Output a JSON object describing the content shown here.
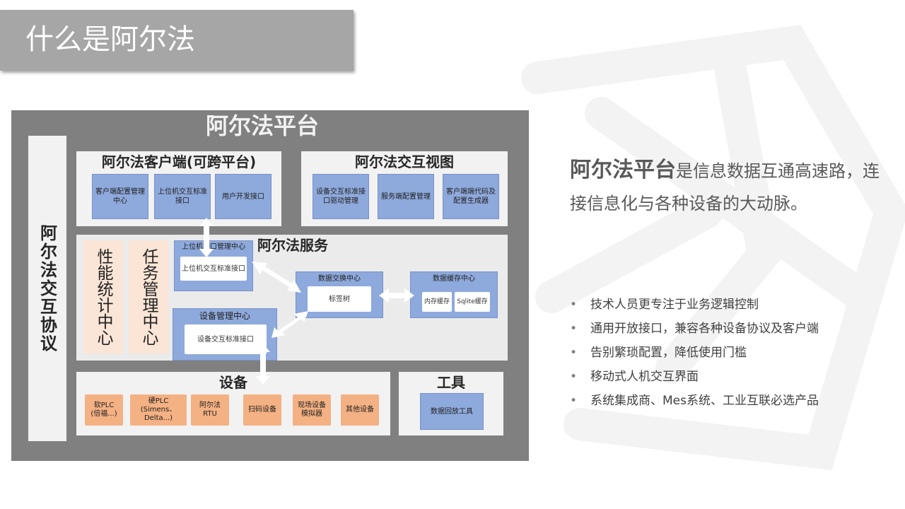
{
  "slide": {
    "title": "什么是阿尔法",
    "description_highlight": "阿尔法平台",
    "description_rest": "是信息数据互通高速路，连接信息化与各种设备的大动脉。",
    "bullet_symbol": "•",
    "bullets": [
      "技术人员更专注于业务逻辑控制",
      "通用开放接口，兼容各种设备协议及客户端",
      "告别繁琐配置，降低使用门槛",
      "移动式人机交互界面",
      "系统集成商、Mes系统、工业互联必选产品"
    ]
  },
  "diagram": {
    "platform_title": "阿尔法平台",
    "protocol_label": "阿尔法交互协议",
    "client": {
      "title": "阿尔法客户端(可跨平台)",
      "items": [
        "客户端配置管理中心",
        "上位机交互标准接口",
        "用户开发接口"
      ]
    },
    "view": {
      "title": "阿尔法交互视图",
      "items": [
        "设备交互标准接口驱动管理",
        "服务端配置管理",
        "客户端端代码及配置生成器"
      ]
    },
    "service": {
      "title": "阿尔法服务",
      "perf_stats": "性能统计中心",
      "task_mgmt": "任务管理中心",
      "upper_center_title": "上位机接口管理中心",
      "upper_center_inner": "上位机交互标准接口",
      "exchange_title": "数据交换中心",
      "exchange_inner": "标签树",
      "cache_title": "数据缓存中心",
      "cache_items": [
        "内存缓存",
        "Sqlite缓存"
      ],
      "device_mgmt_title": "设备管理中心",
      "device_mgmt_inner": "设备交互标准接口"
    },
    "devices": {
      "title": "设备",
      "items": [
        "软PLC\n(倍福...)",
        "硬PLC\n(Simens、\nDelta...)",
        "阿尔法\nRTU",
        "扫码设备",
        "现场设备\n模拟器",
        "其他设备"
      ]
    },
    "tools": {
      "title": "工具",
      "items": [
        "数据回放工具"
      ]
    }
  },
  "colors": {
    "title_bar": "#a6a6a6",
    "diagram_bg": "#808080",
    "blue_box": "#8ea9db",
    "orange_box": "#f4b183",
    "peach_box": "#fbe5d6"
  }
}
